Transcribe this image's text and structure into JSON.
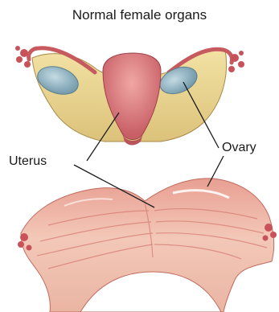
{
  "title": "Normal female organs",
  "labels": {
    "uterus": "Uterus",
    "ovary": "Ovary"
  },
  "colors": {
    "ligament": "#e8d28a",
    "uterus": "#d9777a",
    "ovary": "#8fb4c2",
    "tissue": "#eeb6a4",
    "fimbria": "#c9525a",
    "leader_line": "#1a1a1a"
  }
}
